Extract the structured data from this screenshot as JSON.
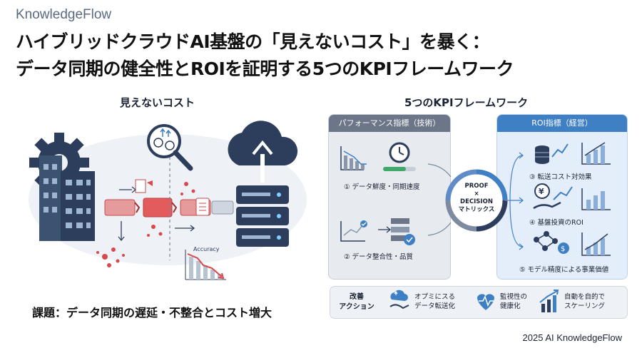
{
  "brand": "KnowledgeFlow",
  "title_line1": "ハイブリッドクラウドAI基盤の「見えないコスト」を暴く：",
  "title_line2": "データ同期の健全性とROIを証明する5つのKPIフレームワーク",
  "left_section": {
    "title": "見えないコスト",
    "chart_label": "Accuracy",
    "problem": "課題：データ同期の遅延・不整合とコスト増大"
  },
  "right_section": {
    "title": "5つのKPIフレームワーク",
    "performance_panel": {
      "title": "パフォーマンス指標（技術）",
      "items": [
        "① データ鮮度・同期速度",
        "② データ整合性・品質"
      ]
    },
    "roi_panel": {
      "title": "ROI指標（経営）",
      "items": [
        "③ 転送コスト対効果",
        "④ 基盤投資のROI",
        "⑤ モデル精度による事業価値"
      ]
    },
    "center": {
      "line1": "PROOF",
      "line2": "×",
      "line3": "DECISION",
      "line4": "マトリックス"
    }
  },
  "actions": {
    "title_line1": "改善",
    "title_line2": "アクション",
    "items": [
      {
        "line1": "オプミにスる",
        "line2": "データ転送化",
        "icon": "cloud-transfer-icon"
      },
      {
        "line1": "監視性の",
        "line2": "健康化",
        "icon": "heart-pulse-icon"
      },
      {
        "line1": "自動を自的で",
        "line2": "スケーリング",
        "icon": "bar-growth-icon"
      }
    ]
  },
  "footer": "2025 AI KnowledgeFlow",
  "colors": {
    "navy": "#2d3e5c",
    "blue": "#3f7fc4",
    "red": "#d9484a",
    "gray_panel": "#e7eaef",
    "blue_panel": "#e3eefa"
  }
}
